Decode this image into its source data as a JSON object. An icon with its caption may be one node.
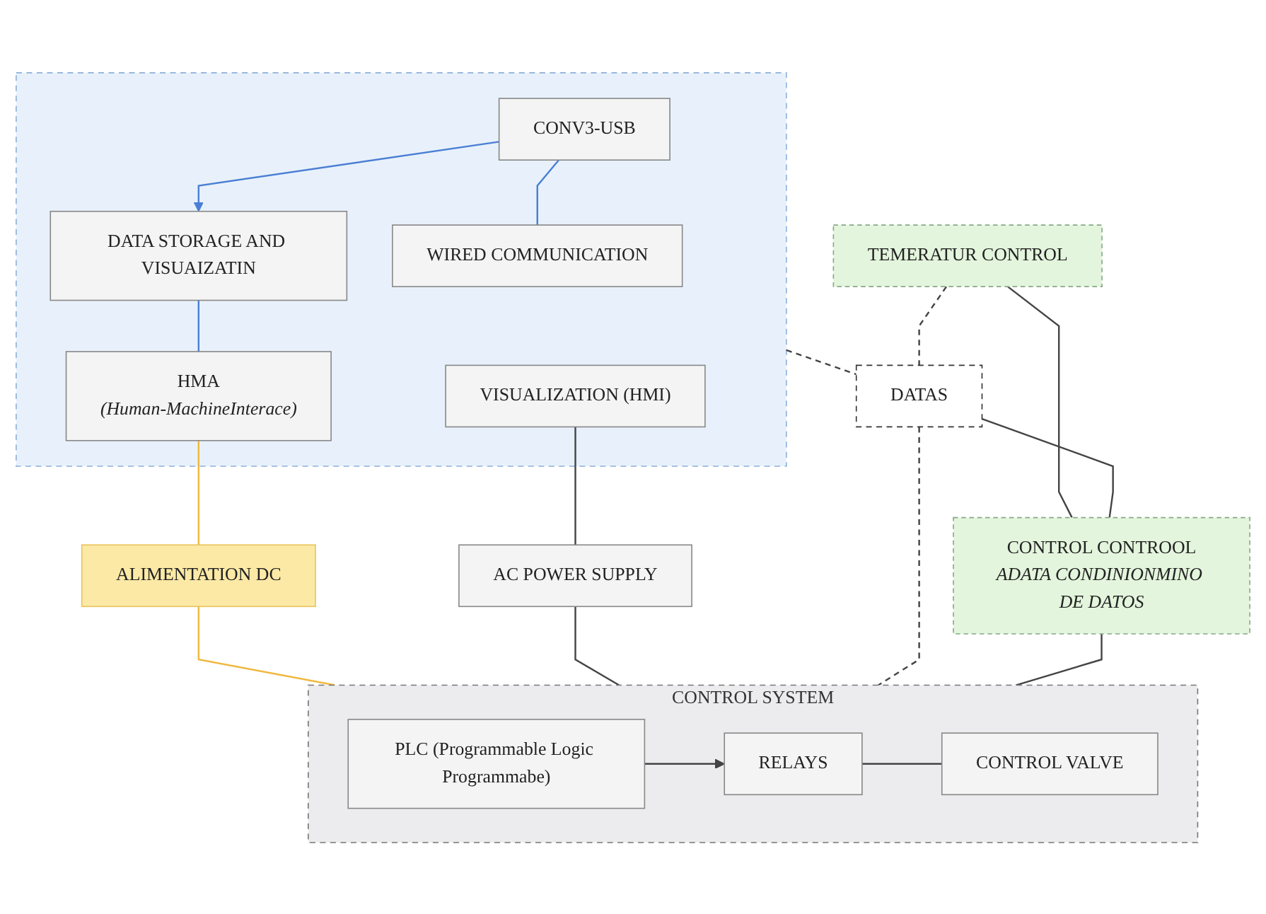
{
  "diagram": {
    "nodes": [
      {
        "text": [],
        "shape": "box"
      },
      {
        "text": [
          "CONV3-USB"
        ],
        "in": 0
      },
      {
        "text": [
          "DATA STORAGE AND VISUAIZATIN"
        ],
        "in": 0
      },
      {
        "text": [
          "VISUALIZATION (HMI)"
        ],
        "in": 0
      },
      {
        "text": [
          "WIRED COMMUNICATION"
        ],
        "in": 0
      },
      {
        "text": [
          "HMA",
          "(Human-MachineInterace)"
        ],
        "in": 0
      },
      {
        "text": [
          "TEMERATUR CONTROL"
        ]
      },
      {
        "text": [
          "DATAS"
        ]
      },
      {
        "text": [
          "ALIMENTATION DC"
        ]
      },
      {
        "text": [
          "AC POWER SUPPLY"
        ]
      },
      {
        "text": [
          "CONTROL CONTROOL",
          "ADATA CONDINIONMINO DE DATOS"
        ]
      },
      {
        "text": [
          "CONTROL SYSTEM"
        ]
      },
      {
        "text": [
          "PLC (Programmable Logic Programmabe)"
        ],
        "in": 11
      },
      {
        "text": [
          "RELAYS"
        ],
        "in": 11
      },
      {
        "text": [
          "CONTROL VALVE"
        ],
        "in": 11
      }
    ],
    "edges": [
      {
        "from": 1,
        "to": 2,
        "arrow": "to",
        "color": "#4a7fd4"
      },
      {
        "from": 1,
        "to": 4,
        "arrow": "none",
        "color": "#4a7fd4"
      },
      {
        "from": 2,
        "to": 5,
        "arrow": "none",
        "color": "#4a7fd4"
      },
      {
        "from": 5,
        "to": 8,
        "arrow": "none",
        "color": "#f0b840"
      },
      {
        "from": 8,
        "to": 11,
        "arrow": "none",
        "color": "#f0b840"
      },
      {
        "from": 3,
        "to": 9,
        "arrow": "none"
      },
      {
        "from": 9,
        "to": 11,
        "arrow": "none"
      },
      {
        "from": 0,
        "to": 7,
        "arrow": "none",
        "style": "dashed"
      },
      {
        "from": 6,
        "to": 7,
        "arrow": "none",
        "style": "dashed"
      },
      {
        "from": 6,
        "to": 10,
        "arrow": "none"
      },
      {
        "from": 7,
        "to": 10,
        "arrow": "none"
      },
      {
        "from": 7,
        "to": 11,
        "arrow": "none",
        "style": "dashed"
      },
      {
        "from": 10,
        "to": 11,
        "arrow": "none"
      },
      {
        "from": 12,
        "to": 13,
        "arrow": "to"
      },
      {
        "from": 13,
        "to": 14,
        "arrow": "none"
      }
    ]
  }
}
